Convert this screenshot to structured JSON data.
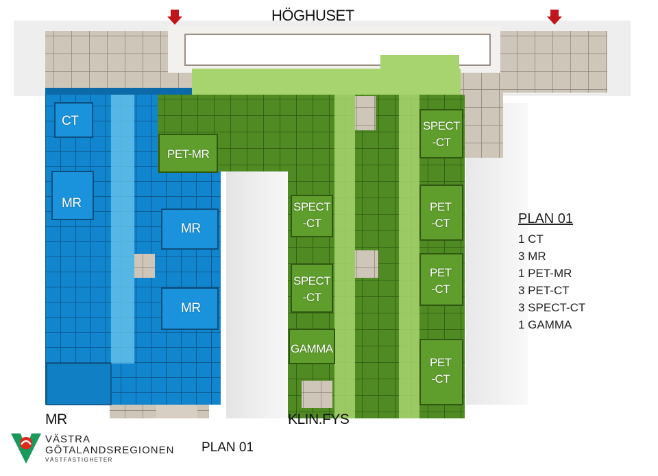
{
  "header": {
    "building_label": "HÖGHUSET"
  },
  "rooms": {
    "ct": "CT",
    "pet_mr": "PET-MR",
    "mr_1": "MR",
    "mr_2": "MR",
    "mr_3": "MR",
    "spect_ct_1": "SPECT\n-CT",
    "spect_ct_2": "SPECT\n-CT",
    "spect_ct_3": "SPECT\n-CT",
    "pet_ct_1": "PET\n-CT",
    "pet_ct_2": "PET\n-CT",
    "pet_ct_3": "PET\n-CT",
    "gamma": "GAMMA"
  },
  "legend": {
    "title": "PLAN 01",
    "items": [
      "1 CT",
      "3 MR",
      "1 PET-MR",
      "3 PET-CT",
      "3 SPECT-CT",
      "1 GAMMA"
    ]
  },
  "sections": {
    "left": "MR",
    "right": "KLIN.FYS"
  },
  "footer": {
    "org_line1": "VÄSTRA",
    "org_line2": "GÖTALANDSREGIONEN",
    "org_line3": "VÄSTFASTIGHETER",
    "plan_label": "PLAN 01"
  },
  "colors": {
    "mr_area": "#1a8fd6",
    "klinfys_area": "#5e9a2e",
    "corridor_green": "#9ccc65",
    "existing_building": "#c9bfb3",
    "arrow": "#c0161b"
  },
  "icons": [
    "down-arrow-icon",
    "down-arrow-icon",
    "vgr-logo-icon"
  ]
}
